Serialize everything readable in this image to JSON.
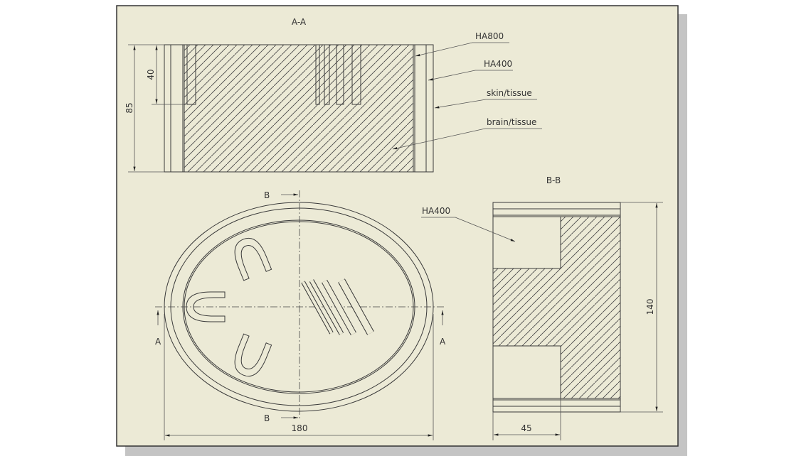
{
  "colors": {
    "sheet": "#ECEAD6",
    "line": "#3a3a3a",
    "shadow": "#c4c4c4"
  },
  "views": {
    "section_aa": {
      "title": "A-A",
      "dim_height": "85",
      "dim_slot": "40"
    },
    "section_bb": {
      "title": "B-B",
      "dim_height": "140",
      "dim_width": "45",
      "label": "HA400"
    },
    "plan": {
      "section_b_top": "B",
      "section_b_bottom": "B",
      "section_a_left": "A",
      "section_a_right": "A",
      "dim_width": "180"
    }
  },
  "labels": {
    "ha800": "HA800",
    "ha400": "HA400",
    "skin": "skin/tissue",
    "brain": "brain/tissue"
  }
}
